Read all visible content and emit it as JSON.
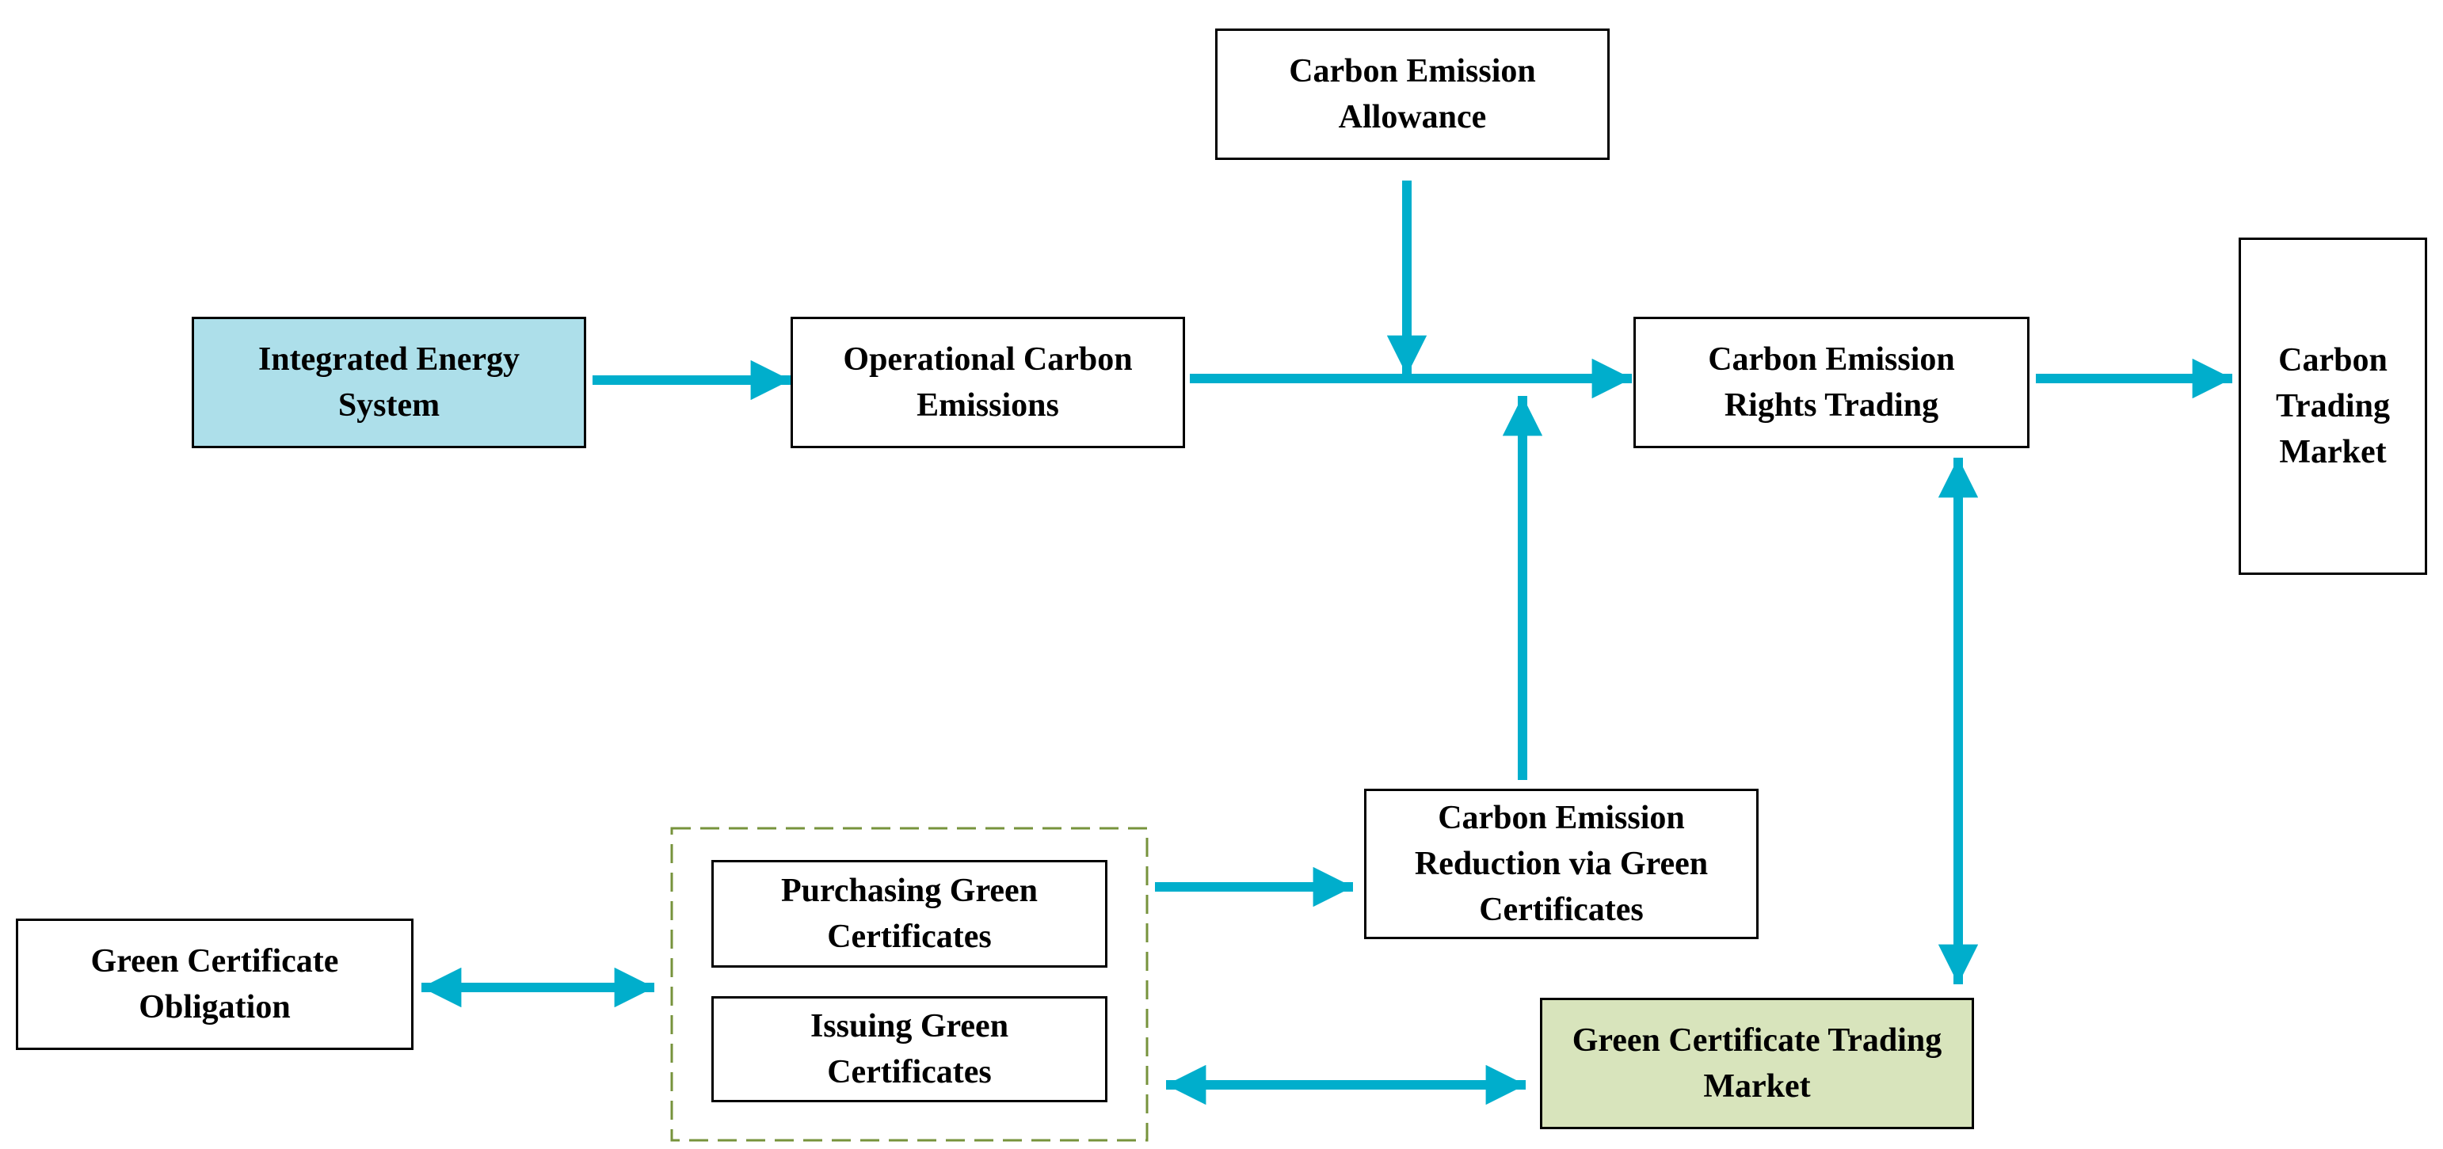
{
  "colors": {
    "arrow": "#00AECC",
    "border": "#000000",
    "integrated_fill": "#ADDFEA",
    "green_market_fill": "#D8E4BC",
    "group_border": "#77933C"
  },
  "nodes": {
    "carbon_emission_allowance": "Carbon Emission\nAllowance",
    "integrated_energy_system": "Integrated Energy\nSystem",
    "operational_carbon_emissions": "Operational Carbon\nEmissions",
    "carbon_emission_rights_trading": "Carbon Emission\nRights Trading",
    "carbon_trading_market": "Carbon\nTrading\nMarket",
    "carbon_emission_reduction": "Carbon Emission\nReduction via Green\nCertificates",
    "purchasing_green_certificates": "Purchasing Green\nCertificates",
    "issuing_green_certificates": "Issuing Green\nCertificates",
    "green_certificate_obligation": "Green Certificate\nObligation",
    "green_certificate_trading_market": "Green Certificate Trading Market"
  },
  "icons": {
    "arrow": "arrow-icon",
    "double_arrow": "double-arrow-icon"
  }
}
